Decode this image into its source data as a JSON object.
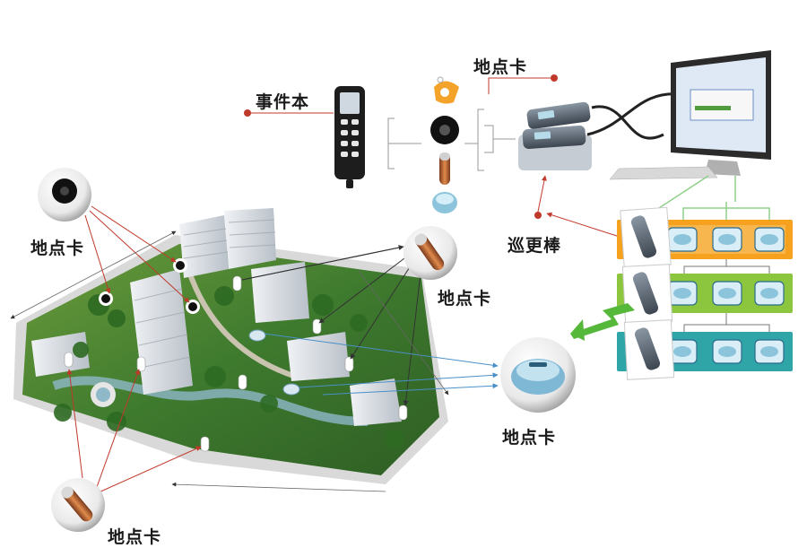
{
  "labels": {
    "event_book": "事件本",
    "location_card_top": "地点卡",
    "location_card_left": "地点卡",
    "location_card_mid": "地点卡",
    "location_card_right": "地点卡",
    "location_card_bottom": "地点卡",
    "patrol_stick": "巡更棒"
  },
  "colors": {
    "arrow_red": "#c0392b",
    "arrow_dark": "#333333",
    "arrow_blue": "#4a90c8",
    "tier_orange": "#f6a21e",
    "tier_green": "#8cc63f",
    "tier_teal": "#2fa5a8",
    "connector_green": "#8fd18a",
    "dot_red": "#c0392b"
  },
  "icons": {
    "event_book": "handheld-keypad-device",
    "orange_tag": "keyfob-tag",
    "black_disc": "button-tag",
    "cylinder_tag": "cylinder-tag",
    "oval_tag": "oval-button-tag",
    "reader": "patrol-stick-reader",
    "computer": "desktop-computer",
    "campus": "residential-complex-aerial"
  }
}
